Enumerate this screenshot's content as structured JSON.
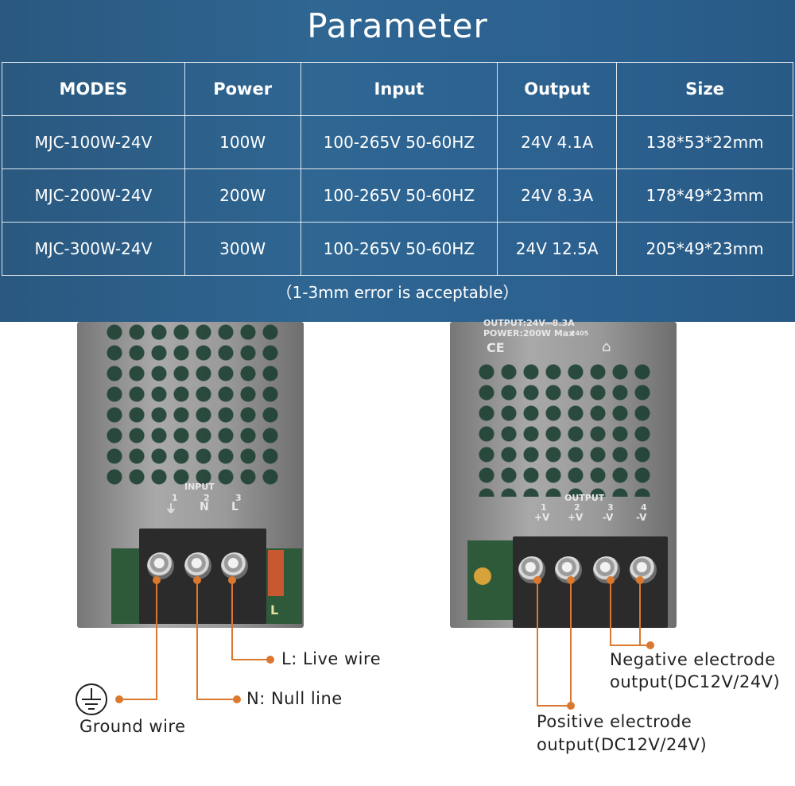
{
  "title": "Parameter",
  "table": {
    "headers": [
      "MODES",
      "Power",
      "Input",
      "Output",
      "Size"
    ],
    "rows": [
      [
        "MJC-100W-24V",
        "100W",
        "100-265V  50-60HZ",
        "24V 4.1A",
        "138*53*22mm"
      ],
      [
        "MJC-200W-24V",
        "200W",
        "100-265V  50-60HZ",
        "24V 8.3A",
        "178*49*23mm"
      ],
      [
        "MJC-300W-24V",
        "300W",
        "100-265V  50-60HZ",
        "24V 12.5A",
        "205*49*23mm"
      ]
    ]
  },
  "note": "（1-3mm error is acceptable）",
  "left_unit": {
    "plate_title": "INPUT",
    "terminal_numbers": [
      "1",
      "2",
      "3"
    ],
    "terminal_marks": [
      "⏚",
      "N",
      "L"
    ],
    "board_mark": "L"
  },
  "right_unit": {
    "plate_line1": "OUTPUT:24V⎓8.3A",
    "plate_line2": "POWER:200W Max",
    "plate_code": "2405",
    "cert_marks": [
      "CE"
    ],
    "plate_title": "OUTPUT",
    "terminal_numbers": [
      "1",
      "2",
      "3",
      "4"
    ],
    "terminal_marks": [
      "+V",
      "+V",
      "-V",
      "-V"
    ]
  },
  "callouts": {
    "live": "L: Live wire",
    "null": "N: Null line",
    "ground": "Ground wire",
    "negative_1": "Negative electrode",
    "negative_2": "output(DC12V/24V)",
    "positive_1": "Positive electrode",
    "positive_2": "output(DC12V/24V)"
  },
  "colors": {
    "banner": "#2c6190",
    "leader": "#d9782e",
    "text": "#222222"
  }
}
